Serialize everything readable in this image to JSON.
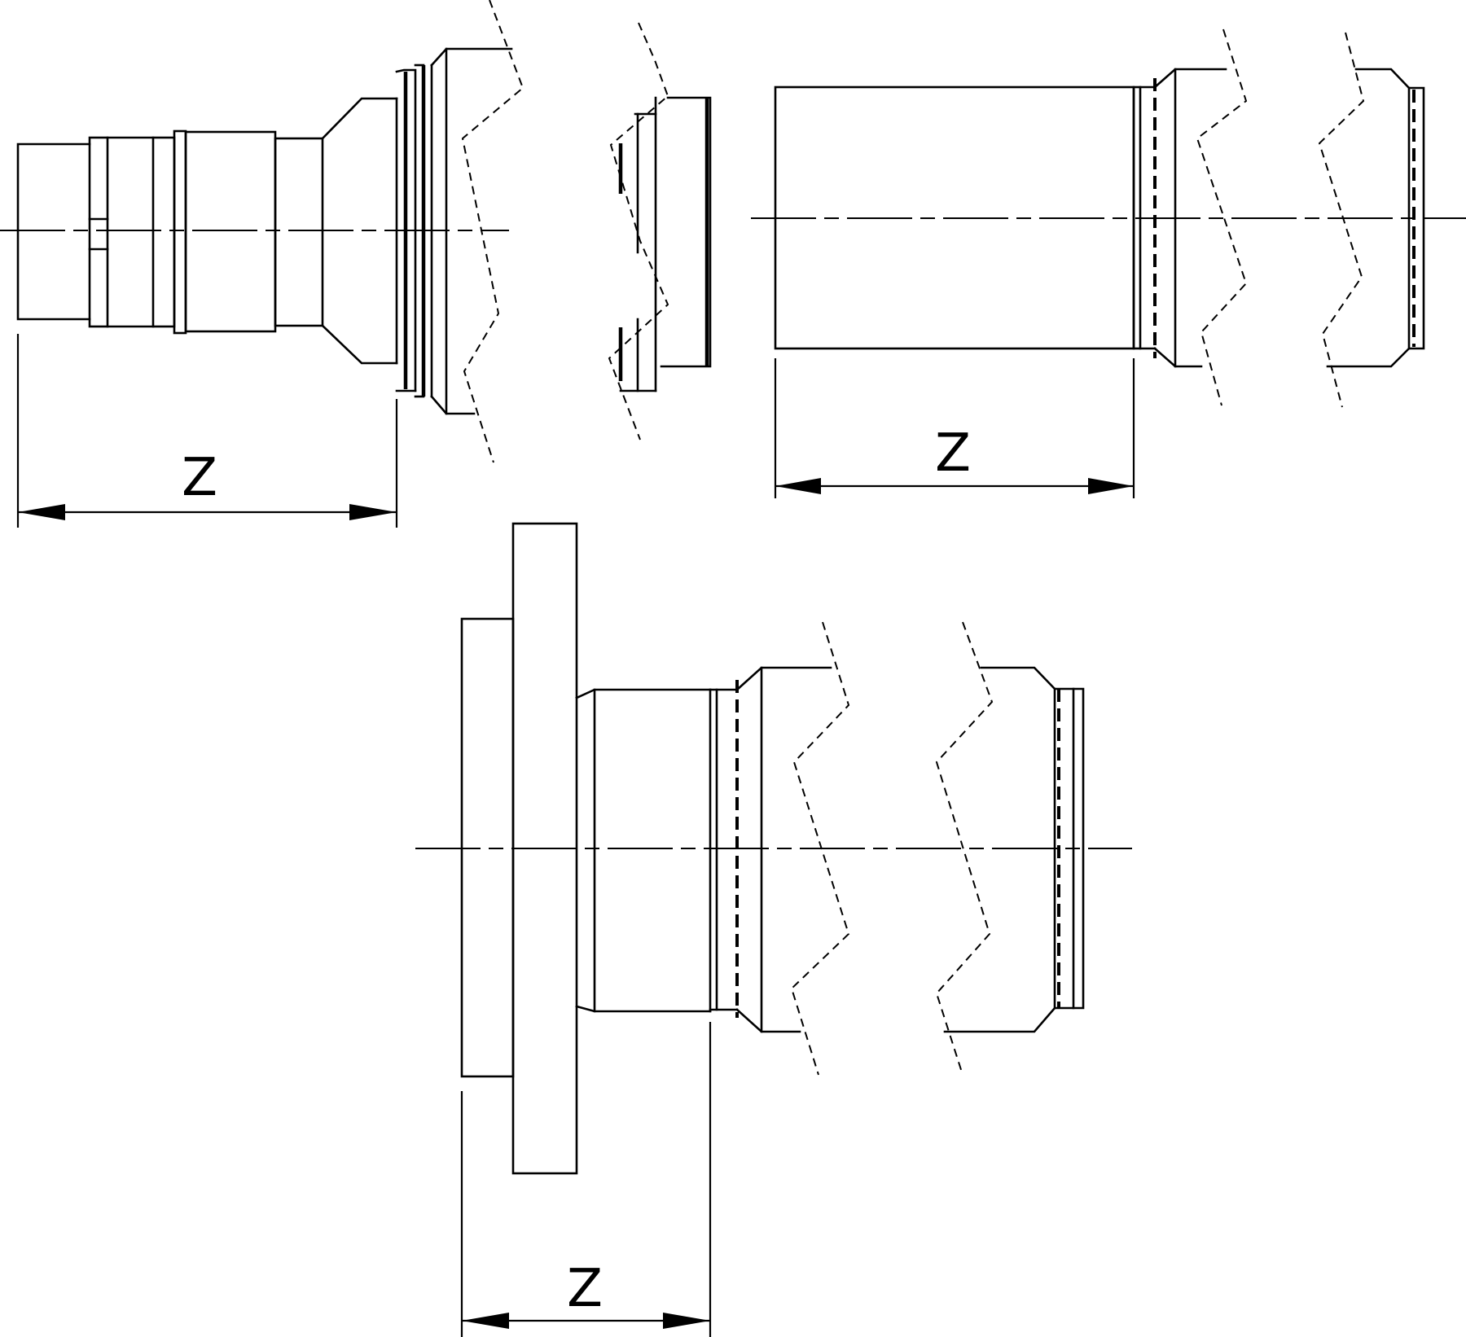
{
  "figures": [
    {
      "id": "top-left",
      "dimension_label": "Z"
    },
    {
      "id": "top-right",
      "dimension_label": "Z"
    },
    {
      "id": "bottom",
      "dimension_label": "Z"
    }
  ],
  "colors": {
    "line": "#000000",
    "background": "#ffffff"
  }
}
